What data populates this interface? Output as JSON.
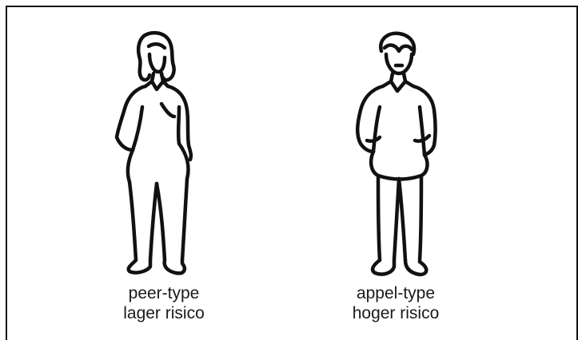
{
  "figures": [
    {
      "icon": "pear-shaped-body-figure",
      "type_label": "peer-type",
      "risk_label": "lager risico"
    },
    {
      "icon": "apple-shaped-body-figure",
      "type_label": "appel-type",
      "risk_label": "hoger risico"
    }
  ]
}
